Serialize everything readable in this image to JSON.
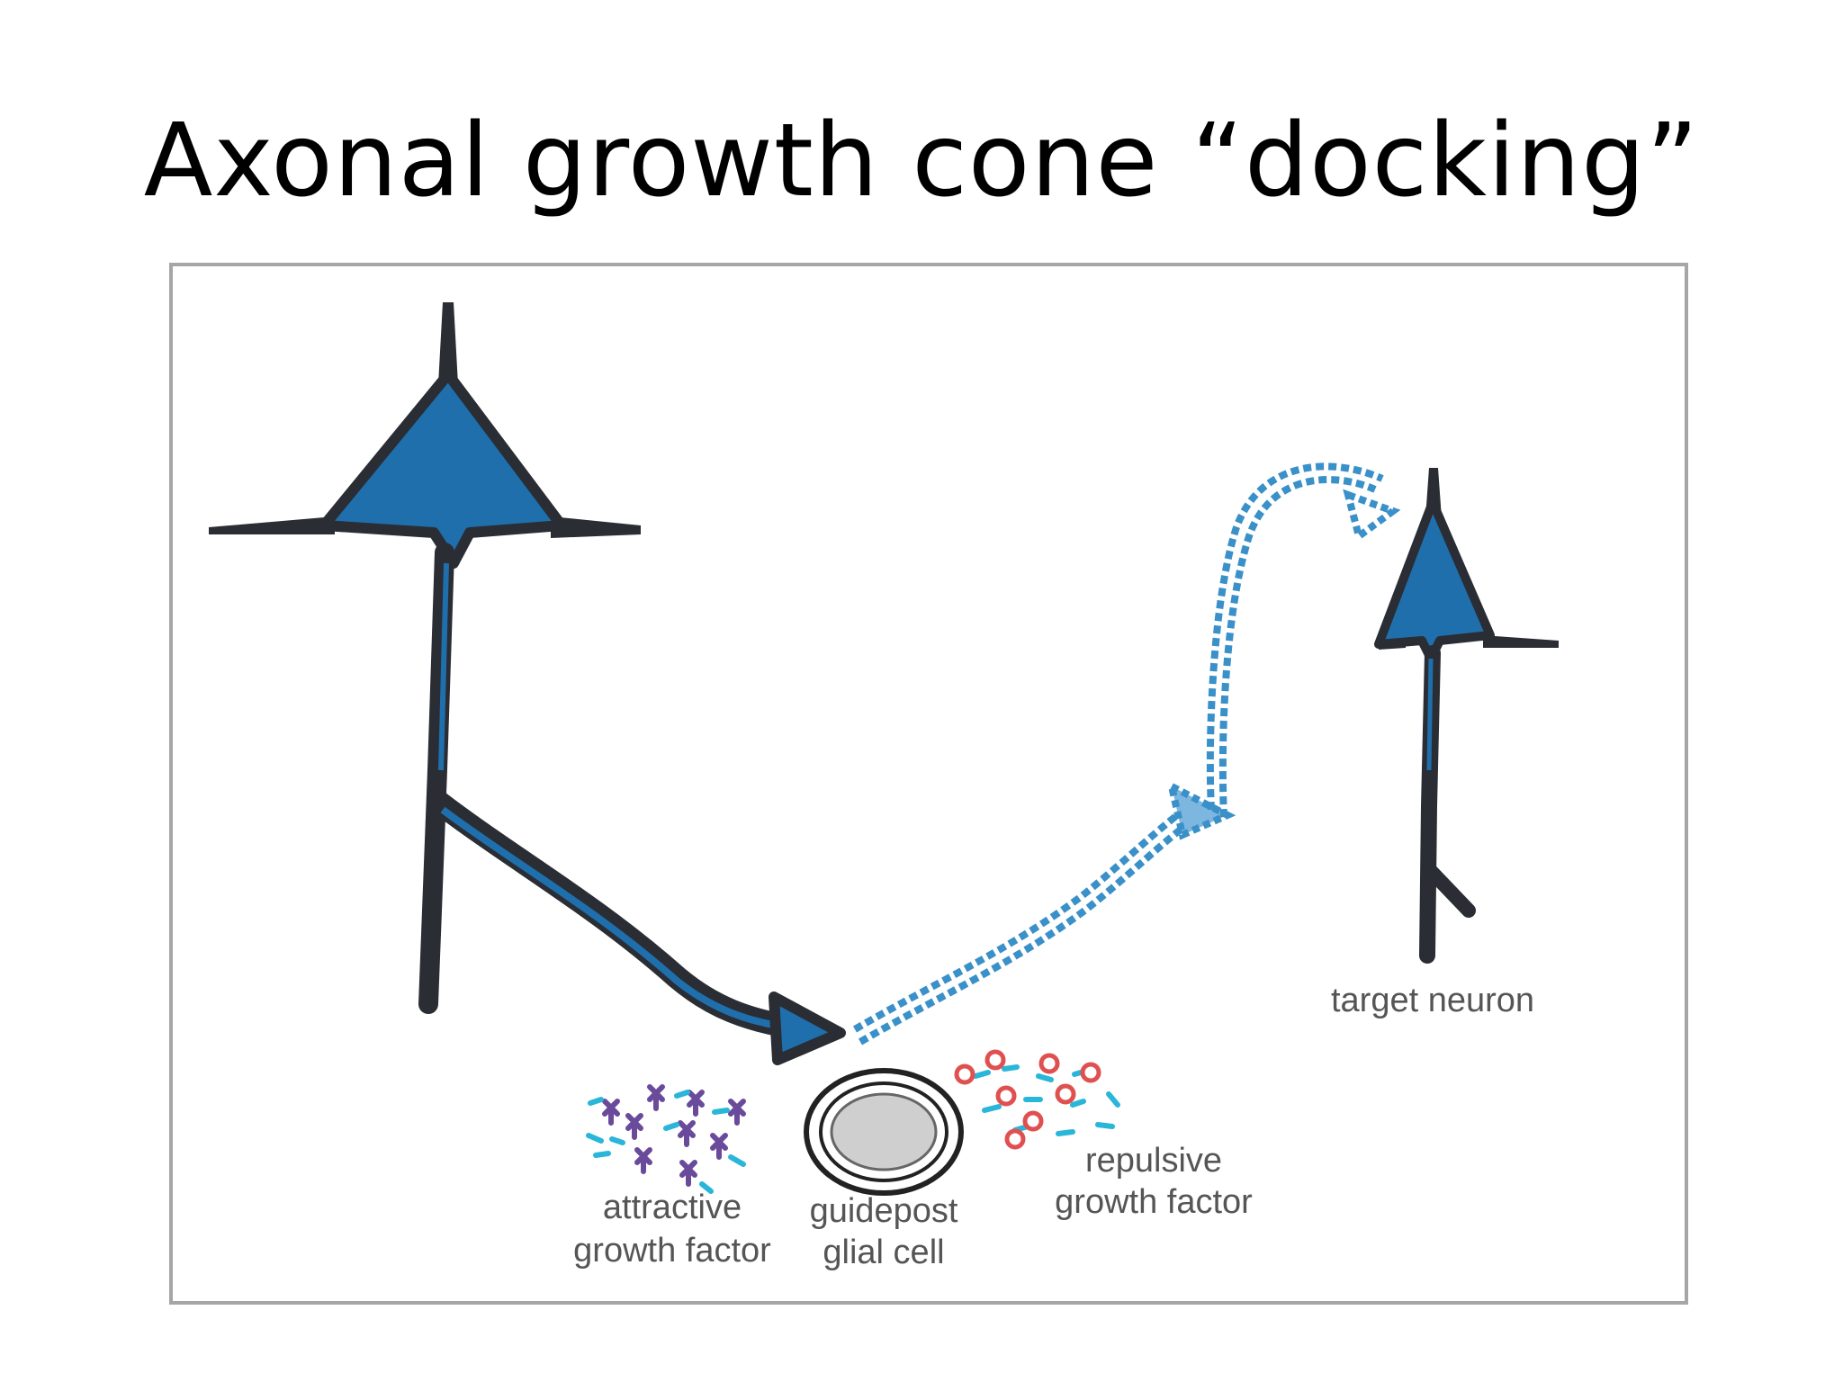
{
  "slide": {
    "title": "Axonal growth cone “docking”"
  },
  "figure": {
    "labels": {
      "target_neuron": "target neuron",
      "attractive_line1": "attractive",
      "attractive_line2": "growth factor",
      "guidepost_line1": "guidepost",
      "guidepost_line2": "glial cell",
      "repulsive_line1": "repulsive",
      "repulsive_line2": "growth factor"
    },
    "colors": {
      "neuron_fill": "#1f6fad",
      "outline": "#2a2d33",
      "dashed_path": "#3a90c8",
      "glial_fill": "#cfcfcf",
      "attractive_receptor": "#6a4a9a",
      "factor_cyan": "#29b6d8",
      "repulsive_red": "#e05050"
    }
  }
}
